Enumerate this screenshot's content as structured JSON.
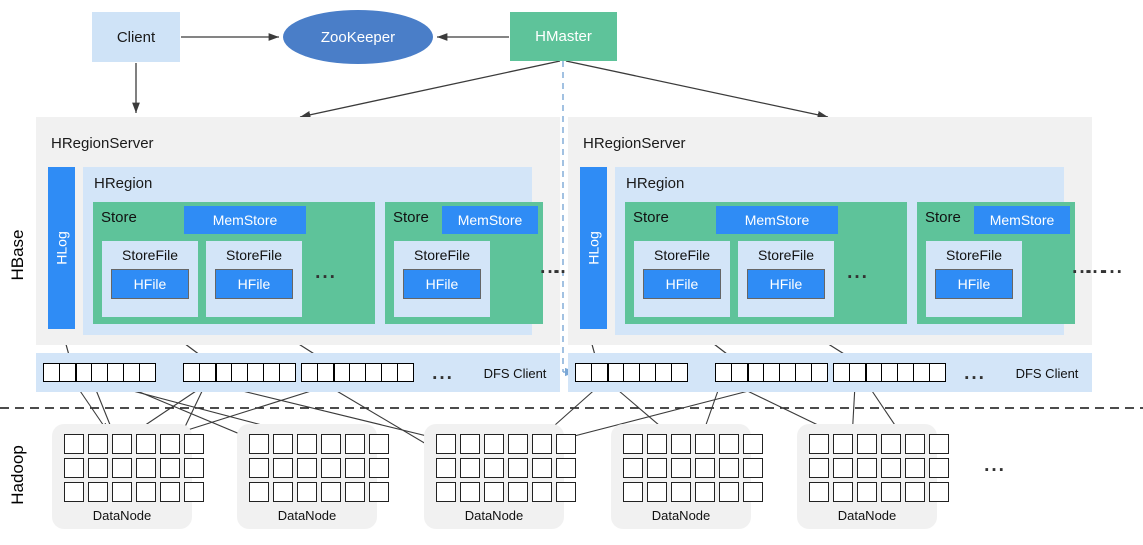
{
  "diagram": {
    "title": "HBase architecture over Hadoop HDFS",
    "side_labels": {
      "hbase": "HBase",
      "hadoop": "Hadoop"
    },
    "colors": {
      "client_fill": "#cfe3f7",
      "zookeeper_fill": "#4a7ec8",
      "hmaster_fill": "#5ec39a",
      "regionserver_fill": "#f1f1f1",
      "hregion_fill": "#d3e5f8",
      "store_fill": "#5ec39a",
      "memstore_fill": "#2f8cf5",
      "storefile_fill": "#d3e5f8",
      "hfile_fill": "#2f8cf5",
      "dfsclient_fill": "#d3e5f8",
      "datanode_fill": "#f1f1f1",
      "line_color": "#3b3b3b",
      "dashed_color": "#7aa7d6"
    }
  },
  "top": {
    "client": "Client",
    "zookeeper": "ZooKeeper",
    "hmaster": "HMaster"
  },
  "region_servers": [
    {
      "title": "HRegionServer",
      "hlog": "HLog",
      "hregion": "HRegion",
      "stores": [
        {
          "label": "Store",
          "memstore": "MemStore",
          "storefiles": [
            {
              "label": "StoreFile",
              "hfile": "HFile"
            },
            {
              "label": "StoreFile",
              "hfile": "HFile"
            }
          ],
          "trailing_dots": "..."
        },
        {
          "label": "Store",
          "memstore": "MemStore",
          "storefiles": [
            {
              "label": "StoreFile",
              "hfile": "HFile"
            }
          ],
          "trailing_dots": ""
        }
      ],
      "region_dots": [
        "...",
        "..."
      ],
      "dfs_client": {
        "label": "DFS Client",
        "block_groups": [
          {
            "cells": 7,
            "thick_index": 2
          },
          {
            "cells": 7,
            "thick_index": 2
          },
          {
            "cells": 7,
            "thick_index": 2
          }
        ],
        "dots": "..."
      }
    },
    {
      "title": "HRegionServer",
      "hlog": "HLog",
      "hregion": "HRegion",
      "stores": [
        {
          "label": "Store",
          "memstore": "MemStore",
          "storefiles": [
            {
              "label": "StoreFile",
              "hfile": "HFile"
            },
            {
              "label": "StoreFile",
              "hfile": "HFile"
            }
          ],
          "trailing_dots": "..."
        },
        {
          "label": "Store",
          "memstore": "MemStore",
          "storefiles": [
            {
              "label": "StoreFile",
              "hfile": "HFile"
            }
          ],
          "trailing_dots": ""
        }
      ],
      "region_dots": [
        "...",
        "..."
      ],
      "outer_dots": "...",
      "dfs_client": {
        "label": "DFS Client",
        "block_groups": [
          {
            "cells": 7,
            "thick_index": 2
          },
          {
            "cells": 7,
            "thick_index": 2
          },
          {
            "cells": 7,
            "thick_index": 2
          }
        ],
        "dots": "..."
      }
    }
  ],
  "hadoop": {
    "datanodes": [
      {
        "label": "DataNode",
        "rows": 3,
        "cols": 6
      },
      {
        "label": "DataNode",
        "rows": 3,
        "cols": 6
      },
      {
        "label": "DataNode",
        "rows": 3,
        "cols": 6
      },
      {
        "label": "DataNode",
        "rows": 3,
        "cols": 6
      },
      {
        "label": "DataNode",
        "rows": 3,
        "cols": 6
      }
    ],
    "trailing_dots": "..."
  }
}
